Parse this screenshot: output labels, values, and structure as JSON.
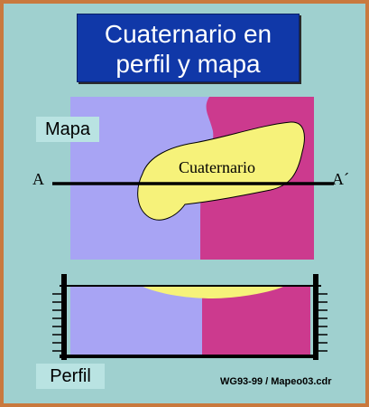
{
  "title": {
    "line1": "Cuaternario en",
    "line2": "perfil y mapa"
  },
  "labels": {
    "mapa": "Mapa",
    "perfil": "Perfil",
    "a_left": "A",
    "a_right": "A´",
    "cuaternario": "Cuaternario"
  },
  "credit": "WG93-99 / Mapeo03.cdr",
  "colors": {
    "background": "#9fd0cf",
    "frame_border": "#c9793e",
    "title_bg": "#1038a8",
    "unit_lavender": "#a8a4f4",
    "unit_magenta": "#cc3a8e",
    "quaternary_yellow": "#f6f27a",
    "label_bg": "#b9e3e2",
    "line_black": "#000000"
  }
}
